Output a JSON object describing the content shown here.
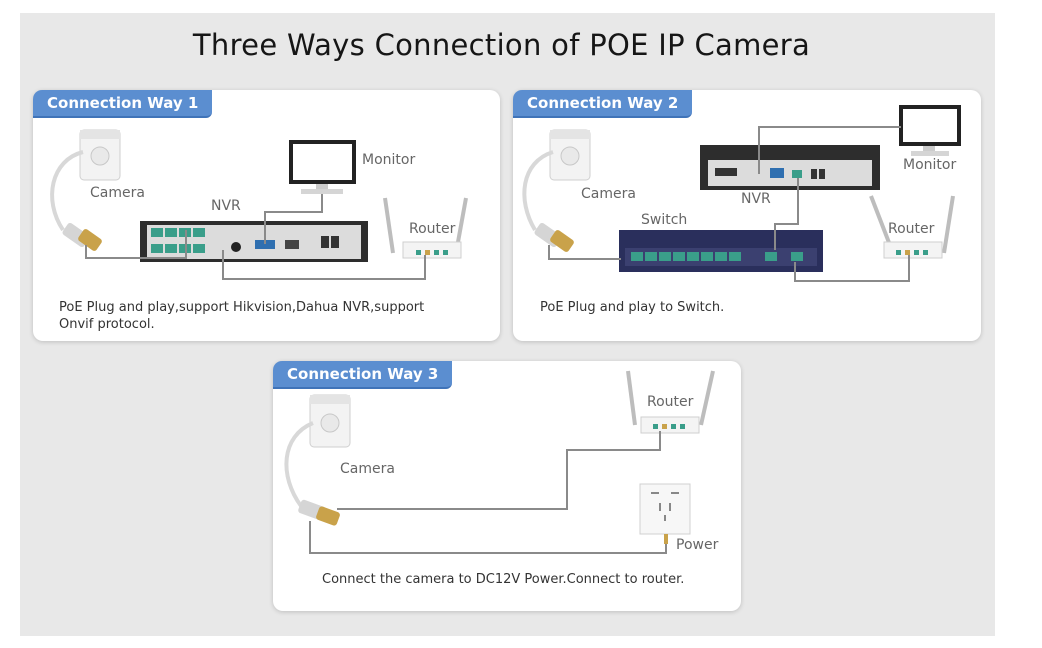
{
  "title": "Three Ways Connection of POE IP Camera",
  "panel1": {
    "tab": "Connection Way 1",
    "camera": "Camera",
    "nvr": "NVR",
    "monitor": "Monitor",
    "router": "Router",
    "caption_line1": "PoE Plug and play,support Hikvision,Dahua NVR,support",
    "caption_line2": "Onvif protocol."
  },
  "panel2": {
    "tab": "Connection Way 2",
    "camera": "Camera",
    "nvr": "NVR",
    "monitor": "Monitor",
    "switch": "Switch",
    "router": "Router",
    "caption": "PoE Plug and play to Switch."
  },
  "panel3": {
    "tab": "Connection Way 3",
    "camera": "Camera",
    "router": "Router",
    "power": "Power",
    "caption": "Connect the camera to DC12V Power.Connect to router."
  },
  "colors": {
    "tab": "#5b8ed0",
    "cable": "#8a8a8a",
    "port": "#3a9e8a"
  }
}
